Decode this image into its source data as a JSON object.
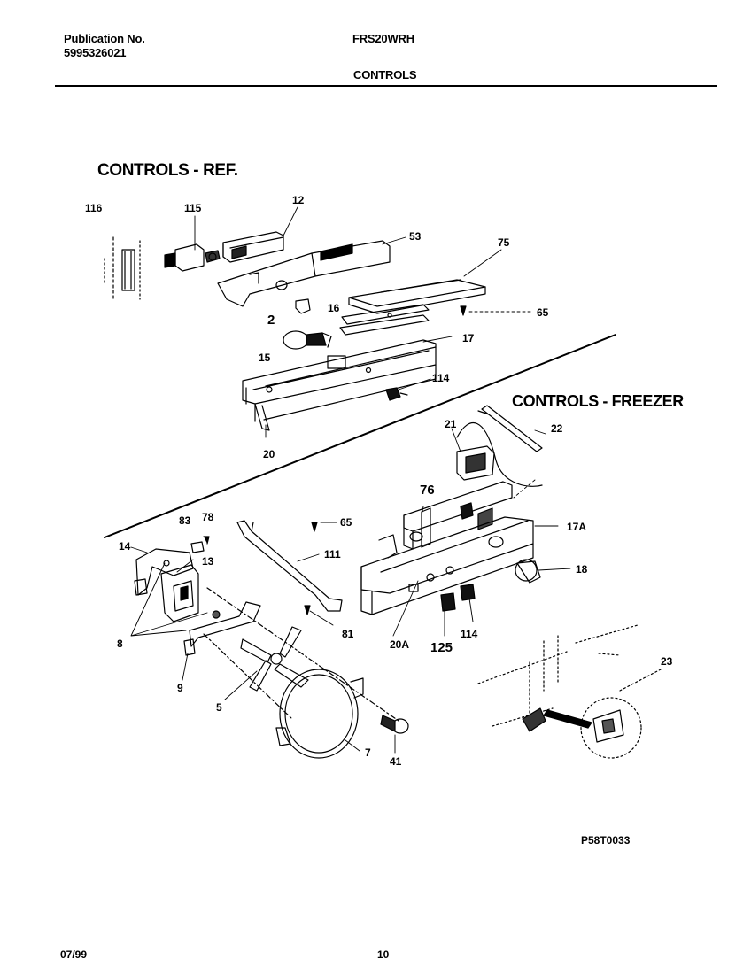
{
  "header": {
    "pub_label": "Publication No.",
    "pub_number": "5995326021",
    "model": "FRS20WRH",
    "section": "CONTROLS"
  },
  "sections": {
    "ref_title": "CONTROLS - REF.",
    "freezer_title": "CONTROLS - FREEZER"
  },
  "callouts": {
    "c116": "116",
    "c115": "115",
    "c12": "12",
    "c53": "53",
    "c75": "75",
    "c2": "2",
    "c16": "16",
    "c65a": "65",
    "c15": "15",
    "c17": "17",
    "c114a": "114",
    "c20": "20",
    "c21": "21",
    "c22": "22",
    "c76": "76",
    "c83": "83",
    "c78": "78",
    "c65b": "65",
    "c17A": "17A",
    "c14": "14",
    "c111": "111",
    "c13": "13",
    "c18": "18",
    "c8": "8",
    "c81": "81",
    "c20A": "20A",
    "c125": "125",
    "c114b": "114",
    "c23": "23",
    "c9": "9",
    "c5": "5",
    "c7": "7",
    "c41": "41"
  },
  "drawing_code": "P58T0033",
  "footer": {
    "date": "07/99",
    "page": "10"
  }
}
